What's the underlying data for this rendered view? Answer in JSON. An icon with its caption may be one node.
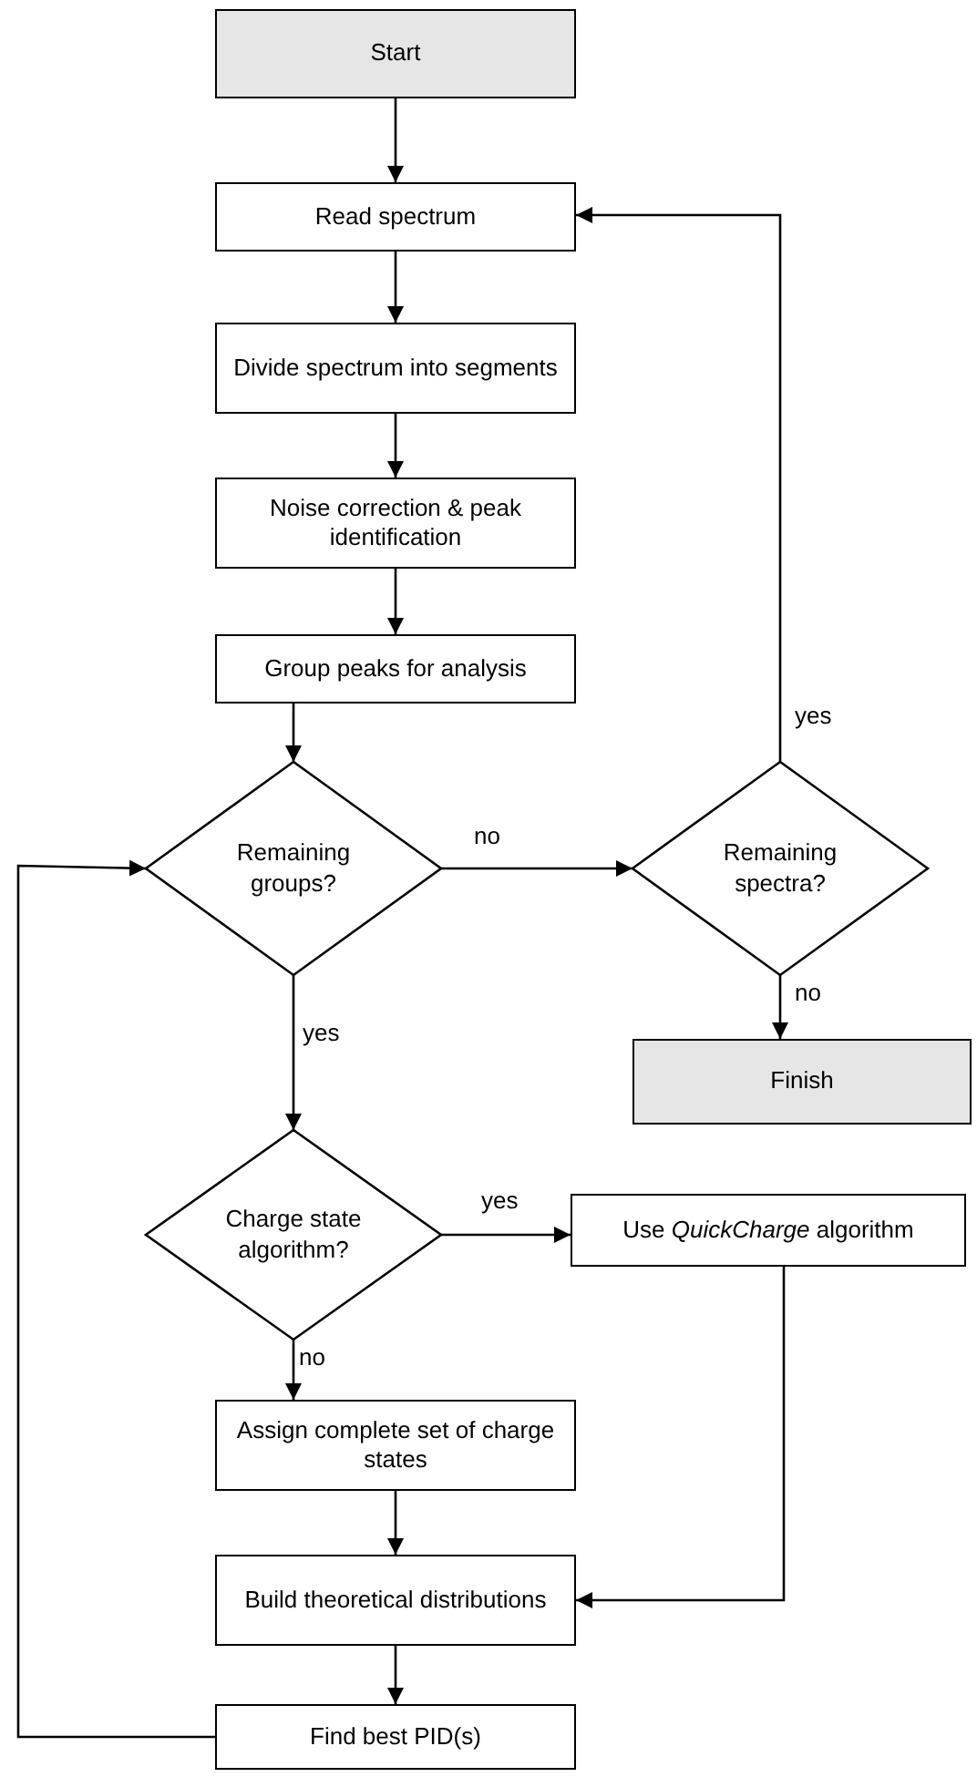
{
  "diagram": {
    "nodes": [
      {
        "text": [
          "Start"
        ]
      },
      {
        "text": [
          "Read spectrum"
        ]
      },
      {
        "text": [
          "Divide spectrum into segments"
        ]
      },
      {
        "text": [
          "Noise correction & peak identification"
        ]
      },
      {
        "text": [
          "Group peaks for analysis"
        ]
      },
      {
        "text": [
          "Remaining groups?"
        ]
      },
      {
        "text": [
          "Remaining spectra?"
        ]
      },
      {
        "text": [
          "Finish"
        ]
      },
      {
        "text": [
          "Charge state algorithm?"
        ]
      },
      {
        "text": [
          "Use *QuickCharge* algorithm"
        ]
      },
      {
        "text": [
          "Assign complete set of charge states"
        ]
      },
      {
        "text": [
          "Build theoretical distributions"
        ]
      },
      {
        "text": [
          "Find best PID(s)"
        ]
      }
    ],
    "edges": [
      {
        "from": 0,
        "to": 1,
        "arrow": "to"
      },
      {
        "from": 1,
        "to": 2,
        "arrow": "to"
      },
      {
        "from": 2,
        "to": 3,
        "arrow": "to"
      },
      {
        "from": 3,
        "to": 4,
        "arrow": "to"
      },
      {
        "from": 4,
        "to": 5,
        "arrow": "to"
      },
      {
        "from": 5,
        "to": 6,
        "arrow": "to",
        "label": "no"
      },
      {
        "from": 6,
        "to": 1,
        "arrow": "to",
        "label": "yes"
      },
      {
        "from": 6,
        "to": 7,
        "arrow": "to",
        "label": "no"
      },
      {
        "from": 5,
        "to": 8,
        "arrow": "to",
        "label": "yes"
      },
      {
        "from": 8,
        "to": 9,
        "arrow": "to",
        "label": "yes"
      },
      {
        "from": 8,
        "to": 10,
        "arrow": "to",
        "label": "no"
      },
      {
        "from": 10,
        "to": 11,
        "arrow": "to"
      },
      {
        "from": 9,
        "to": 11,
        "arrow": "to"
      },
      {
        "from": 11,
        "to": 12,
        "arrow": "to"
      },
      {
        "from": 12,
        "to": 5,
        "arrow": "to"
      }
    ]
  }
}
